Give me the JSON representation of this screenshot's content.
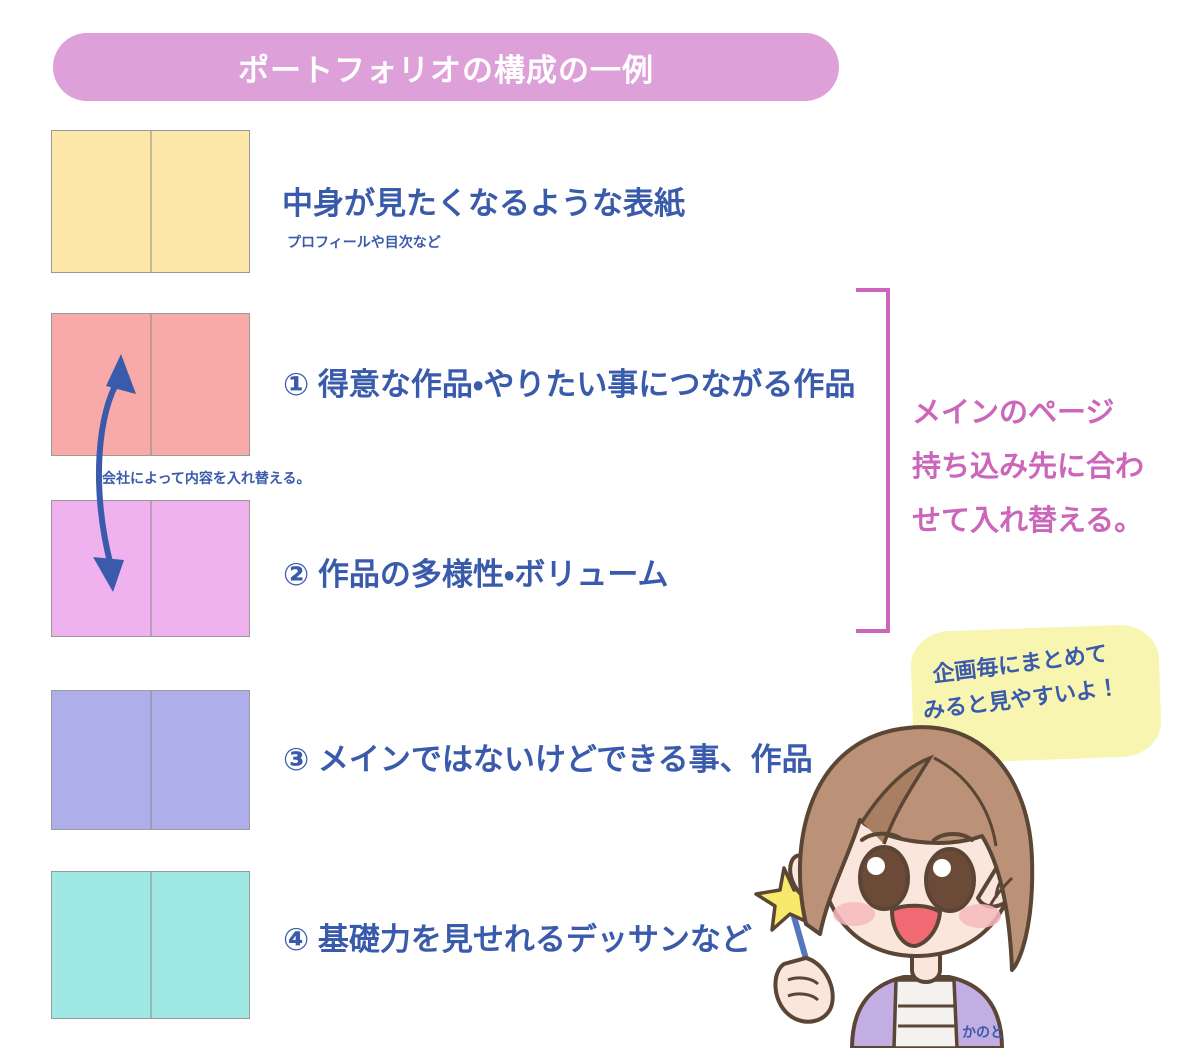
{
  "title": {
    "text": "ポートフォリオの構成の一例",
    "banner_color": "#dda0d8",
    "text_color": "#ffffff"
  },
  "rows": [
    {
      "id": "cover",
      "spread_color": "#fce6a8",
      "heading": "中身が見たくなるような表紙",
      "subtext": "プロフィールや目次など"
    },
    {
      "id": "main1",
      "spread_color": "#f7aaa8",
      "heading": "① 得意な作品・やりたい事につながる作品",
      "subtext": ""
    },
    {
      "id": "main2",
      "spread_color": "#efb2ef",
      "heading": "② 作品の多様性・ボリューム",
      "subtext": ""
    },
    {
      "id": "sub",
      "spread_color": "#aeaeea",
      "heading": "③ メインではないけどできる事、作品",
      "subtext": ""
    },
    {
      "id": "basic",
      "spread_color": "#9fe8e4",
      "heading": "④ 基礎力を見せれるデッサンなど",
      "subtext": ""
    }
  ],
  "swap_annotation": {
    "text": "会社によって内容を入れ替える。",
    "arrow_color": "#3a5bab"
  },
  "main_note": {
    "lines": [
      "メインのページ",
      "持ち込み先に合わ",
      "せて入れ替える。"
    ],
    "color": "#cc66bb",
    "bracket_color": "#cc66bb"
  },
  "speech_bubble": {
    "lines": [
      "企画毎にまとめて",
      "みると見やすいよ！"
    ],
    "bubble_color": "#f7f5b0",
    "text_color": "#3a5bab"
  },
  "character": {
    "name": "kanoto-character",
    "hair_color": "#bb9277",
    "skin_color": "#fbe6dd",
    "jacket_color": "#c3aee4",
    "wand_star_color": "#f6e96b"
  },
  "signature": {
    "text": "かのと",
    "color": "#3a5bab"
  },
  "text_color_headings": "#3a5bab"
}
